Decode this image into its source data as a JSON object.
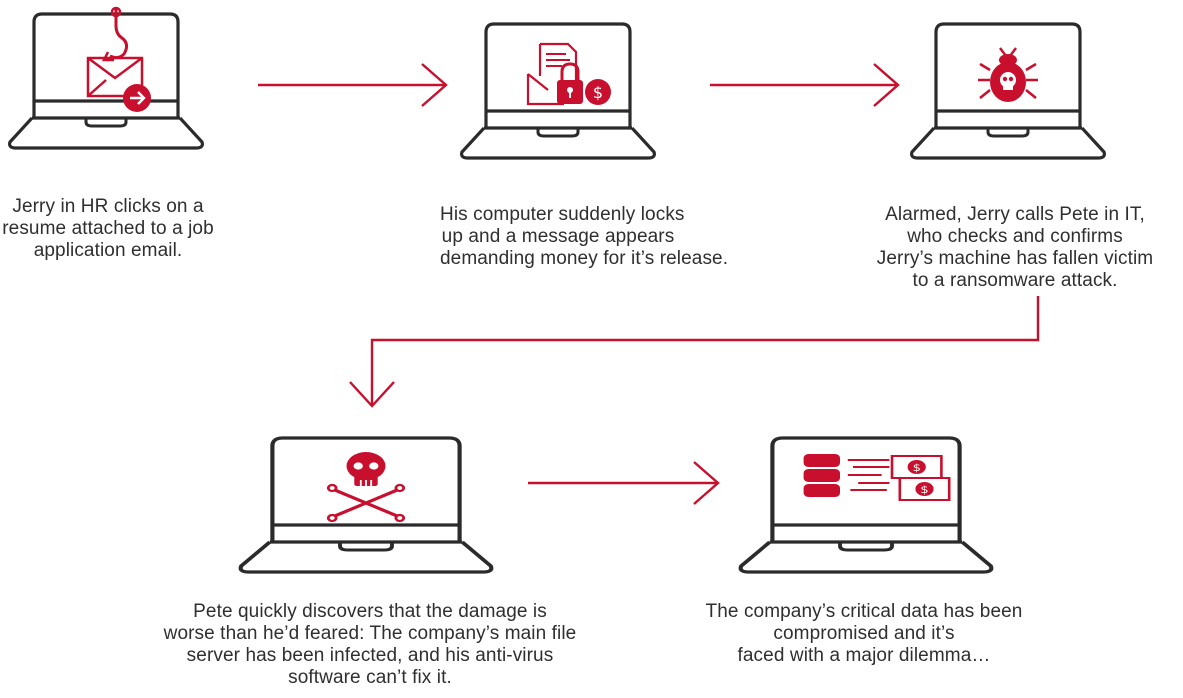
{
  "colors": {
    "accent": "#c8102e",
    "outline": "#2b2b2b",
    "background": "#ffffff"
  },
  "steps": [
    {
      "icon": "phishing-email-icon",
      "caption": [
        "Jerry in HR clicks on a",
        "resume attached to a job",
        "application email."
      ]
    },
    {
      "icon": "ransom-lock-icon",
      "caption": [
        "His computer suddenly locks",
        "up and a message appears",
        "demanding money for it’s release."
      ]
    },
    {
      "icon": "malware-bug-icon",
      "caption": [
        "Alarmed, Jerry calls Pete in IT,",
        "who checks and confirms",
        "Jerry’s machine has fallen victim",
        "to a ransomware attack."
      ]
    },
    {
      "icon": "skull-crossbones-icon",
      "caption": [
        "Pete quickly discovers that the damage is",
        "worse than he’d feared: The company’s main file",
        "server has been infected, and his anti-virus",
        "software can’t fix it."
      ]
    },
    {
      "icon": "data-ransom-icon",
      "caption": [
        "The company’s critical data has been",
        "compromised and it’s",
        "faced with a major dilemma…"
      ]
    }
  ]
}
